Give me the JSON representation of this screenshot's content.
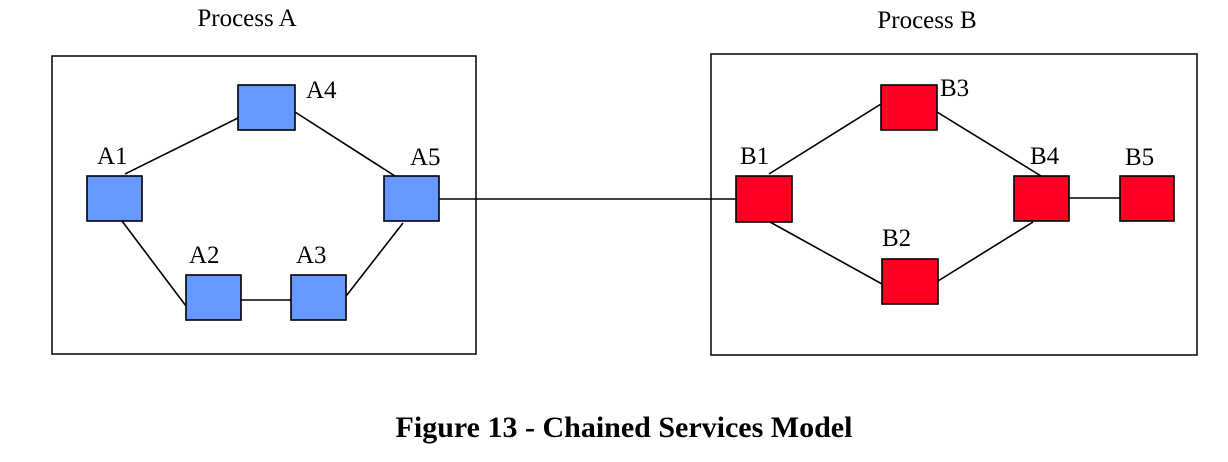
{
  "colors": {
    "process_a_node": "#6699ff",
    "process_b_node": "#ff0022"
  },
  "processes": [
    {
      "title": "Process A",
      "nodes": [
        {
          "id": "A1",
          "label": "A1"
        },
        {
          "id": "A2",
          "label": "A2"
        },
        {
          "id": "A3",
          "label": "A3"
        },
        {
          "id": "A4",
          "label": "A4"
        },
        {
          "id": "A5",
          "label": "A5"
        }
      ],
      "edges": [
        [
          "A1",
          "A4"
        ],
        [
          "A4",
          "A5"
        ],
        [
          "A1",
          "A2"
        ],
        [
          "A2",
          "A3"
        ],
        [
          "A3",
          "A5"
        ]
      ]
    },
    {
      "title": "Process B",
      "nodes": [
        {
          "id": "B1",
          "label": "B1"
        },
        {
          "id": "B2",
          "label": "B2"
        },
        {
          "id": "B3",
          "label": "B3"
        },
        {
          "id": "B4",
          "label": "B4"
        },
        {
          "id": "B5",
          "label": "B5"
        }
      ],
      "edges": [
        [
          "B1",
          "B3"
        ],
        [
          "B3",
          "B4"
        ],
        [
          "B1",
          "B2"
        ],
        [
          "B2",
          "B4"
        ],
        [
          "B4",
          "B5"
        ]
      ]
    }
  ],
  "links": [
    [
      "A5",
      "B1"
    ]
  ],
  "caption": "Figure 13 - Chained Services Model"
}
